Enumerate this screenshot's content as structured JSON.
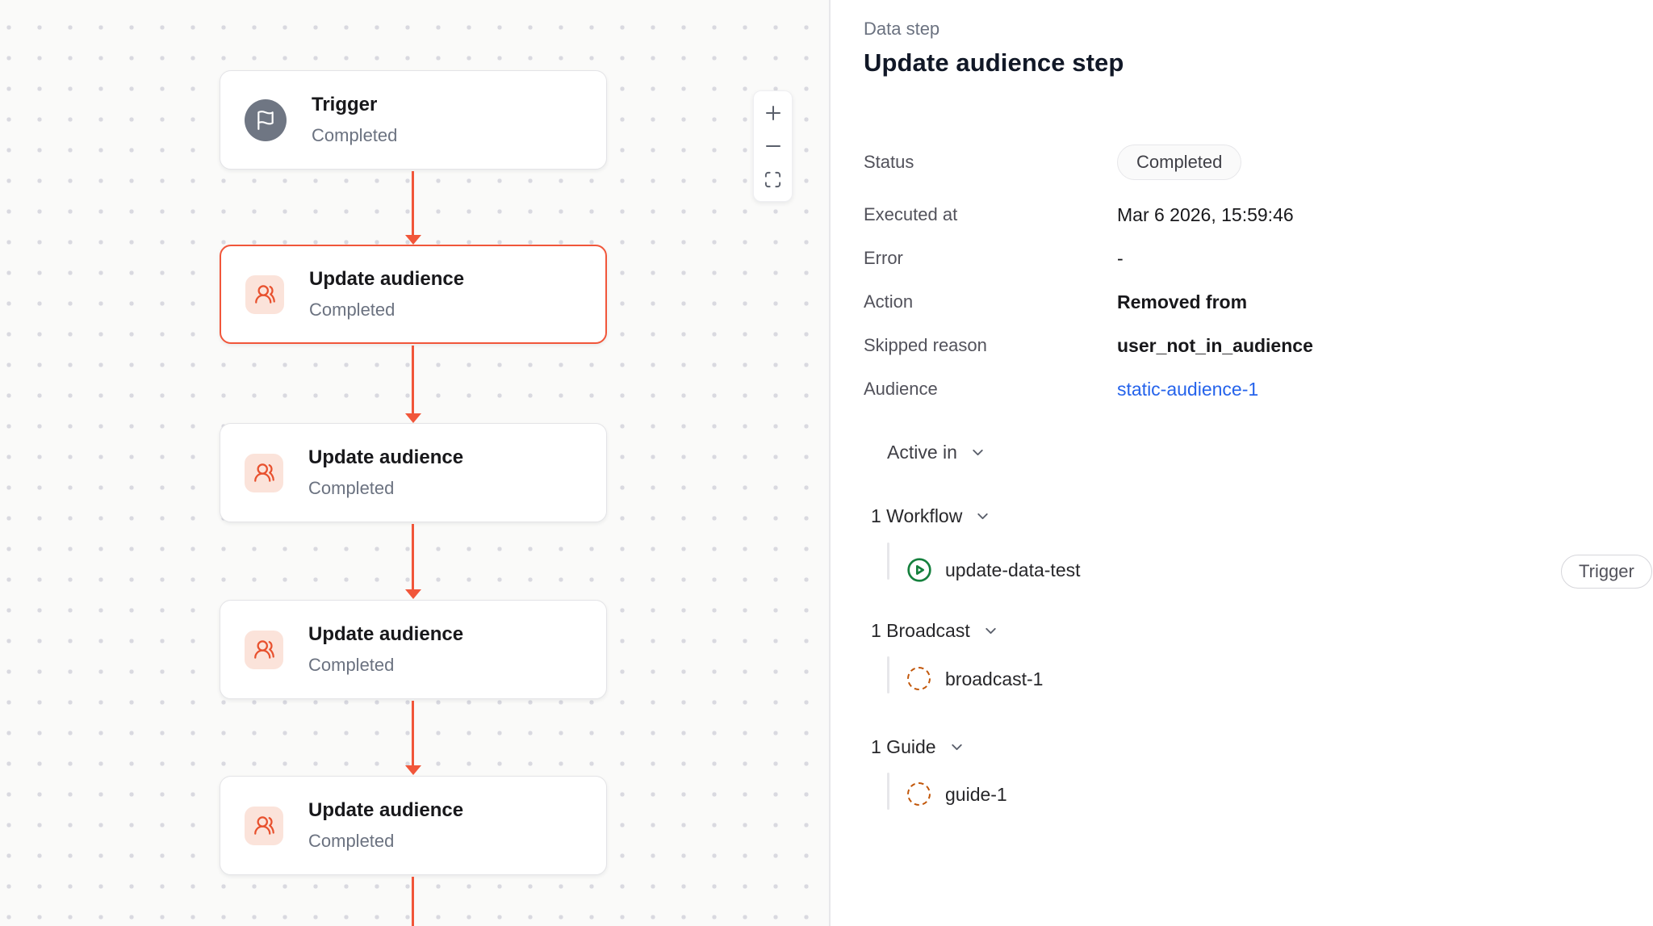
{
  "canvas": {
    "nodes": [
      {
        "title": "Trigger",
        "subtitle": "Completed",
        "type": "trigger",
        "icon": "flag-icon",
        "selected": false
      },
      {
        "title": "Update audience",
        "subtitle": "Completed",
        "type": "update-audience",
        "icon": "users-icon",
        "selected": true
      },
      {
        "title": "Update audience",
        "subtitle": "Completed",
        "type": "update-audience",
        "icon": "users-icon",
        "selected": false
      },
      {
        "title": "Update audience",
        "subtitle": "Completed",
        "type": "update-audience",
        "icon": "users-icon",
        "selected": false
      },
      {
        "title": "Update audience",
        "subtitle": "Completed",
        "type": "update-audience",
        "icon": "users-icon",
        "selected": false
      }
    ],
    "zoom_controls": {
      "zoom_in": "+",
      "zoom_out": "−",
      "fit_view": "fit-view"
    }
  },
  "panel": {
    "eyebrow": "Data step",
    "title": "Update audience step",
    "fields": [
      {
        "label": "Status",
        "value": "Completed",
        "kind": "badge"
      },
      {
        "label": "Executed at",
        "value": "Mar 6 2026, 15:59:46",
        "kind": "text"
      },
      {
        "label": "Error",
        "value": "-",
        "kind": "text"
      },
      {
        "label": "Action",
        "value": "Removed from",
        "kind": "bold"
      },
      {
        "label": "Skipped reason",
        "value": "user_not_in_audience",
        "kind": "bold"
      },
      {
        "label": "Audience",
        "value": "static-audience-1",
        "kind": "link"
      }
    ],
    "active_in": {
      "label": "Active in",
      "groups": [
        {
          "label": "1 Workflow",
          "items": [
            {
              "name": "update-data-test",
              "icon": "play-circle-icon",
              "badge": "Trigger"
            }
          ]
        },
        {
          "label": "1 Broadcast",
          "items": [
            {
              "name": "broadcast-1",
              "icon": "dashed-circle-icon"
            }
          ]
        },
        {
          "label": "1 Guide",
          "items": [
            {
              "name": "guide-1",
              "icon": "dashed-circle-icon"
            }
          ]
        }
      ]
    }
  },
  "colors": {
    "accent": "#F1563A",
    "accent_soft": "#FBE3DA",
    "status_green": "#15803D",
    "draft_amber": "#C2570A",
    "link_blue": "#2563EB",
    "canvas_bg": "#FAFAF9"
  }
}
